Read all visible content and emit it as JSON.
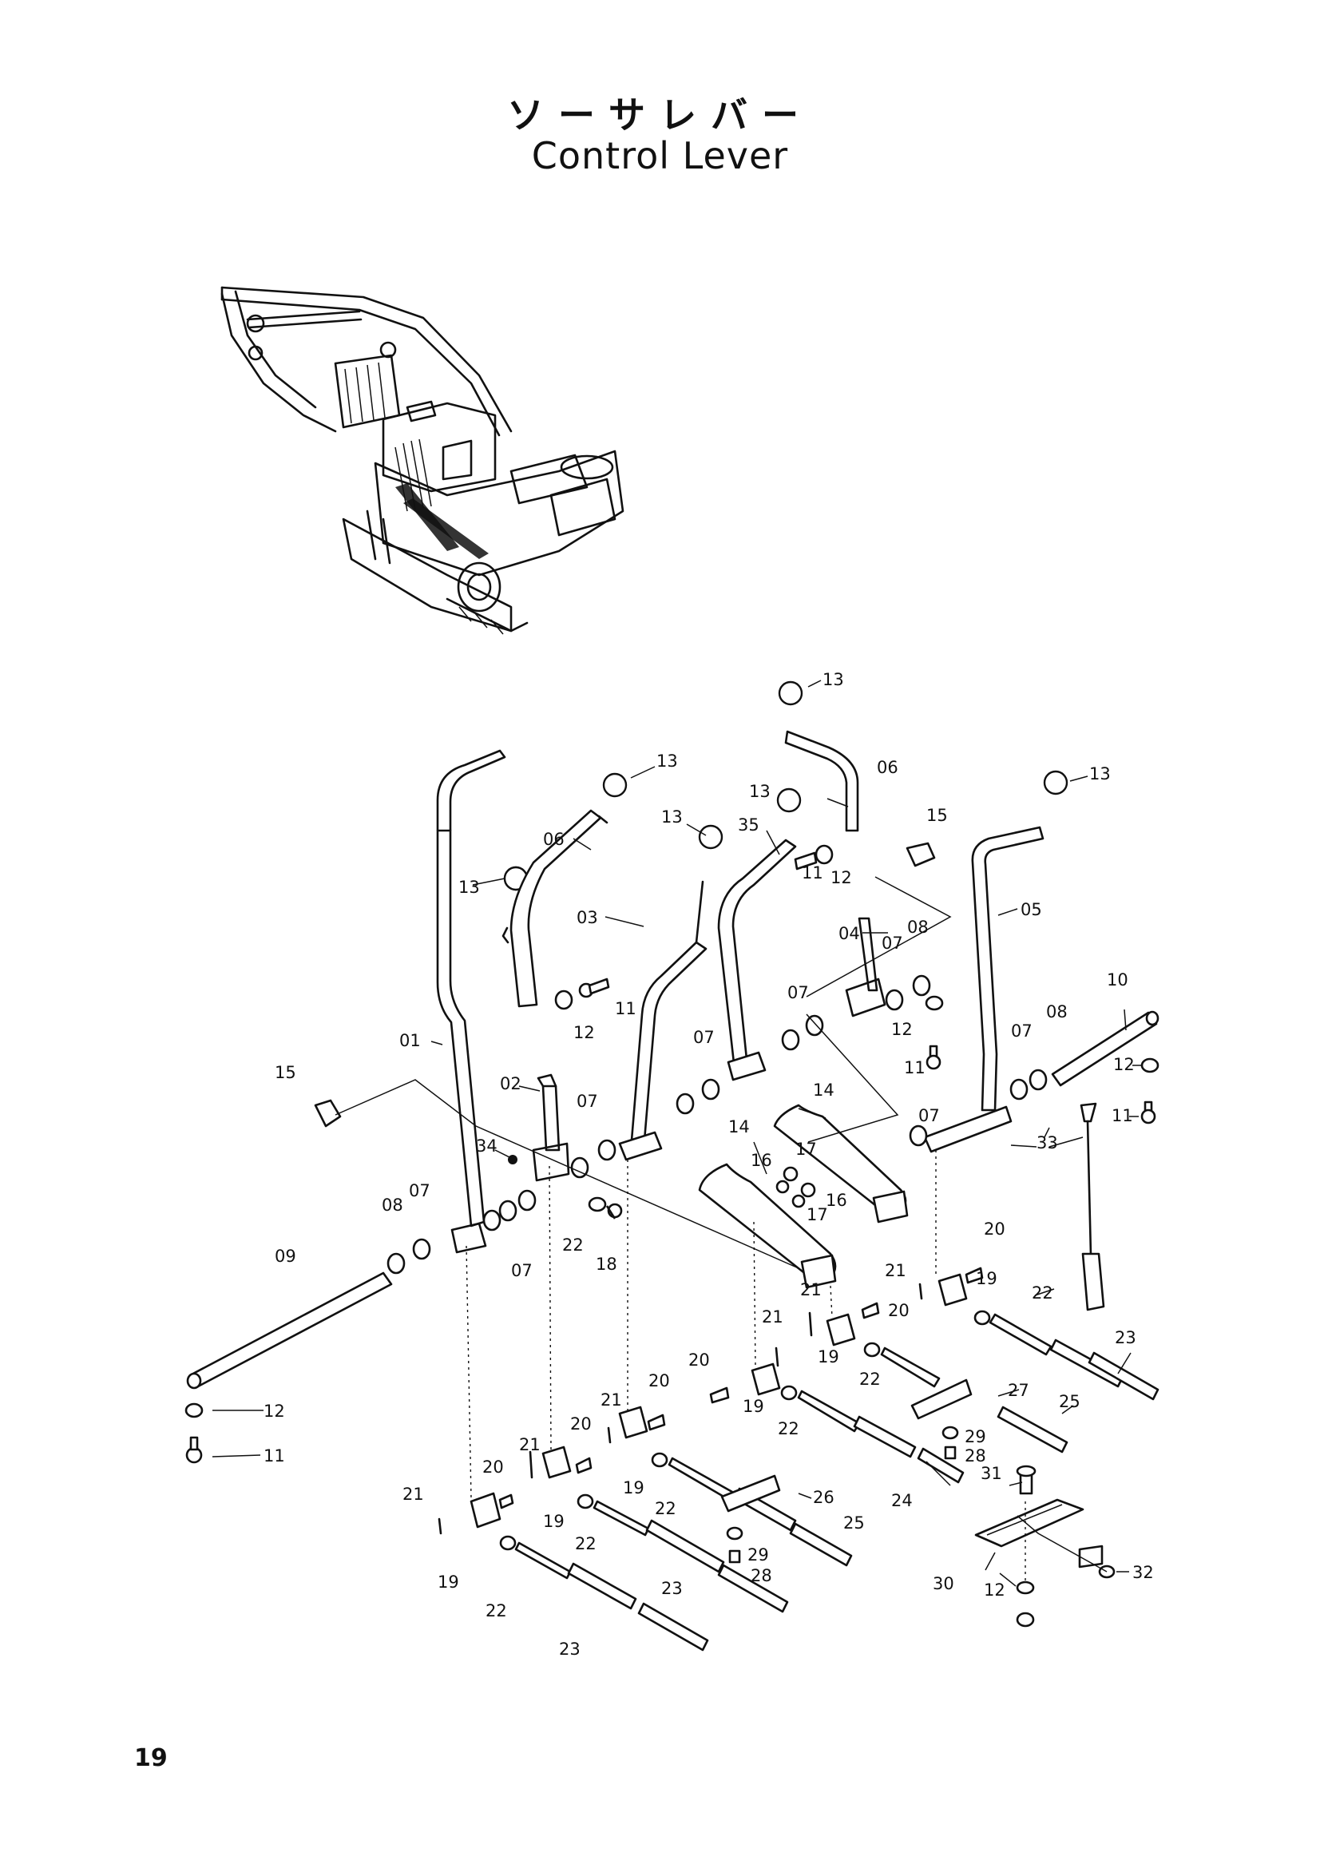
{
  "title": {
    "jp": "ソーサレバー",
    "en": "Control Lever"
  },
  "page_number": "19",
  "callouts": [
    {
      "id": "c13a",
      "text": "13"
    },
    {
      "id": "c13b",
      "text": "13"
    },
    {
      "id": "c13c",
      "text": "13"
    },
    {
      "id": "c13d",
      "text": "13"
    },
    {
      "id": "c13e",
      "text": "13"
    },
    {
      "id": "c13f",
      "text": "13"
    },
    {
      "id": "c06a",
      "text": "06"
    },
    {
      "id": "c06b",
      "text": "06"
    },
    {
      "id": "c35",
      "text": "35"
    },
    {
      "id": "c15a",
      "text": "15"
    },
    {
      "id": "c15b",
      "text": "15"
    },
    {
      "id": "c05",
      "text": "05"
    },
    {
      "id": "c04",
      "text": "04"
    },
    {
      "id": "c03",
      "text": "03"
    },
    {
      "id": "c01",
      "text": "01"
    },
    {
      "id": "c02",
      "text": "02"
    },
    {
      "id": "c11a",
      "text": "11"
    },
    {
      "id": "c11b",
      "text": "11"
    },
    {
      "id": "c11c",
      "text": "11"
    },
    {
      "id": "c11d",
      "text": "11"
    },
    {
      "id": "c11e",
      "text": "11"
    },
    {
      "id": "c12a",
      "text": "12"
    },
    {
      "id": "c12b",
      "text": "12"
    },
    {
      "id": "c12c",
      "text": "12"
    },
    {
      "id": "c12d",
      "text": "12"
    },
    {
      "id": "c12e",
      "text": "12"
    },
    {
      "id": "c12f",
      "text": "12"
    },
    {
      "id": "c07a",
      "text": "07"
    },
    {
      "id": "c07b",
      "text": "07"
    },
    {
      "id": "c07c",
      "text": "07"
    },
    {
      "id": "c07d",
      "text": "07"
    },
    {
      "id": "c07e",
      "text": "07"
    },
    {
      "id": "c07f",
      "text": "07"
    },
    {
      "id": "c07g",
      "text": "07"
    },
    {
      "id": "c07h",
      "text": "07"
    },
    {
      "id": "c08a",
      "text": "08"
    },
    {
      "id": "c08b",
      "text": "08"
    },
    {
      "id": "c08c",
      "text": "08"
    },
    {
      "id": "c09",
      "text": "09"
    },
    {
      "id": "c10",
      "text": "10"
    },
    {
      "id": "c14a",
      "text": "14"
    },
    {
      "id": "c14b",
      "text": "14"
    },
    {
      "id": "c16a",
      "text": "16"
    },
    {
      "id": "c16b",
      "text": "16"
    },
    {
      "id": "c17a",
      "text": "17"
    },
    {
      "id": "c17b",
      "text": "17"
    },
    {
      "id": "c18",
      "text": "18"
    },
    {
      "id": "c19a",
      "text": "19"
    },
    {
      "id": "c19b",
      "text": "19"
    },
    {
      "id": "c19c",
      "text": "19"
    },
    {
      "id": "c19d",
      "text": "19"
    },
    {
      "id": "c19e",
      "text": "19"
    },
    {
      "id": "c19f",
      "text": "19"
    },
    {
      "id": "c20a",
      "text": "20"
    },
    {
      "id": "c20b",
      "text": "20"
    },
    {
      "id": "c20c",
      "text": "20"
    },
    {
      "id": "c20d",
      "text": "20"
    },
    {
      "id": "c20e",
      "text": "20"
    },
    {
      "id": "c20f",
      "text": "20"
    },
    {
      "id": "c21a",
      "text": "21"
    },
    {
      "id": "c21b",
      "text": "21"
    },
    {
      "id": "c21c",
      "text": "21"
    },
    {
      "id": "c21d",
      "text": "21"
    },
    {
      "id": "c21e",
      "text": "21"
    },
    {
      "id": "c21f",
      "text": "21"
    },
    {
      "id": "c22a",
      "text": "22"
    },
    {
      "id": "c22b",
      "text": "22"
    },
    {
      "id": "c22c",
      "text": "22"
    },
    {
      "id": "c22d",
      "text": "22"
    },
    {
      "id": "c22e",
      "text": "22"
    },
    {
      "id": "c22f",
      "text": "22"
    },
    {
      "id": "c22g",
      "text": "22"
    },
    {
      "id": "c23a",
      "text": "23"
    },
    {
      "id": "c23b",
      "text": "23"
    },
    {
      "id": "c23c",
      "text": "23"
    },
    {
      "id": "c24",
      "text": "24"
    },
    {
      "id": "c25a",
      "text": "25"
    },
    {
      "id": "c25b",
      "text": "25"
    },
    {
      "id": "c26",
      "text": "26"
    },
    {
      "id": "c27",
      "text": "27"
    },
    {
      "id": "c28a",
      "text": "28"
    },
    {
      "id": "c28b",
      "text": "28"
    },
    {
      "id": "c29a",
      "text": "29"
    },
    {
      "id": "c29b",
      "text": "29"
    },
    {
      "id": "c30",
      "text": "30"
    },
    {
      "id": "c31",
      "text": "31"
    },
    {
      "id": "c32",
      "text": "32"
    },
    {
      "id": "c33",
      "text": "33"
    },
    {
      "id": "c34",
      "text": "34"
    }
  ]
}
